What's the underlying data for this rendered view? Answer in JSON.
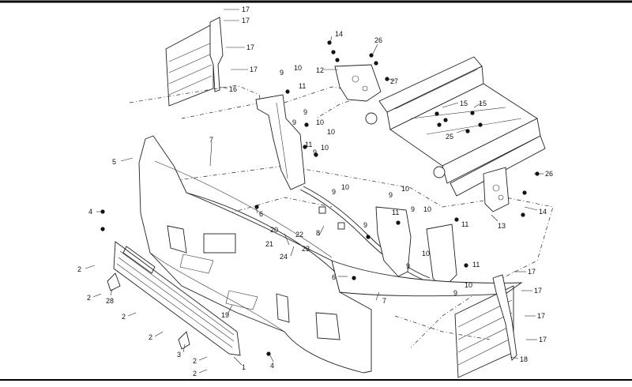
{
  "callouts": [
    {
      "id": "c17a",
      "text": "17"
    },
    {
      "id": "c17b",
      "text": "17"
    },
    {
      "id": "c17c",
      "text": "17"
    },
    {
      "id": "c17d",
      "text": "17"
    },
    {
      "id": "c16",
      "text": "16"
    },
    {
      "id": "c14a",
      "text": "14"
    },
    {
      "id": "c26a",
      "text": "26"
    },
    {
      "id": "c12",
      "text": "12"
    },
    {
      "id": "c27",
      "text": "27"
    },
    {
      "id": "c15a",
      "text": "15"
    },
    {
      "id": "c15b",
      "text": "15"
    },
    {
      "id": "c25",
      "text": "25"
    },
    {
      "id": "c26b",
      "text": "26"
    },
    {
      "id": "c14b",
      "text": "14"
    },
    {
      "id": "c13",
      "text": "13"
    },
    {
      "id": "c9a",
      "text": "9"
    },
    {
      "id": "c10a",
      "text": "10"
    },
    {
      "id": "c11a",
      "text": "11"
    },
    {
      "id": "c9b",
      "text": "9"
    },
    {
      "id": "c9c",
      "text": "9"
    },
    {
      "id": "c10b",
      "text": "10"
    },
    {
      "id": "c10c",
      "text": "10"
    },
    {
      "id": "c11b",
      "text": "11"
    },
    {
      "id": "c9d",
      "text": "9"
    },
    {
      "id": "c10d",
      "text": "10"
    },
    {
      "id": "c5",
      "text": "5"
    },
    {
      "id": "c7a",
      "text": "7"
    },
    {
      "id": "c4a",
      "text": "4"
    },
    {
      "id": "c6a",
      "text": "6"
    },
    {
      "id": "c9e",
      "text": "9"
    },
    {
      "id": "c10e",
      "text": "10"
    },
    {
      "id": "c9f",
      "text": "9"
    },
    {
      "id": "c10f",
      "text": "10"
    },
    {
      "id": "c11c",
      "text": "11"
    },
    {
      "id": "c9g",
      "text": "9"
    },
    {
      "id": "c10g",
      "text": "10"
    },
    {
      "id": "c9h",
      "text": "9"
    },
    {
      "id": "c11d",
      "text": "11"
    },
    {
      "id": "c8",
      "text": "8"
    },
    {
      "id": "c20",
      "text": "20"
    },
    {
      "id": "c22",
      "text": "22"
    },
    {
      "id": "c21",
      "text": "21"
    },
    {
      "id": "c24",
      "text": "24"
    },
    {
      "id": "c23",
      "text": "23"
    },
    {
      "id": "c10h",
      "text": "10"
    },
    {
      "id": "c9i",
      "text": "9"
    },
    {
      "id": "c11e",
      "text": "11"
    },
    {
      "id": "c10i",
      "text": "10"
    },
    {
      "id": "c9j",
      "text": "9"
    },
    {
      "id": "c6b",
      "text": "6"
    },
    {
      "id": "c7b",
      "text": "7"
    },
    {
      "id": "c2a",
      "text": "2"
    },
    {
      "id": "c2b",
      "text": "2"
    },
    {
      "id": "c28",
      "text": "28"
    },
    {
      "id": "c19",
      "text": "19"
    },
    {
      "id": "c2c",
      "text": "2"
    },
    {
      "id": "c2d",
      "text": "2"
    },
    {
      "id": "c3",
      "text": "3"
    },
    {
      "id": "c2e",
      "text": "2"
    },
    {
      "id": "c2f",
      "text": "2"
    },
    {
      "id": "c1",
      "text": "1"
    },
    {
      "id": "c4b",
      "text": "4"
    },
    {
      "id": "c17e",
      "text": "17"
    },
    {
      "id": "c17f",
      "text": "17"
    },
    {
      "id": "c17g",
      "text": "17"
    },
    {
      "id": "c17h",
      "text": "17"
    },
    {
      "id": "c18",
      "text": "18"
    }
  ]
}
